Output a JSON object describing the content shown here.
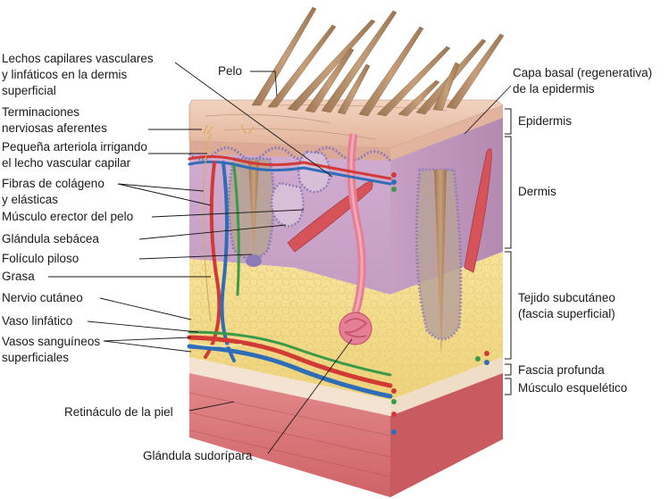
{
  "labels": {
    "pelo": "Pelo",
    "lechos_1": "Lechos capilares vasculares",
    "lechos_2": "y linfáticos en la dermis",
    "lechos_3": "superficial",
    "terminaciones_1": "Terminaciones",
    "terminaciones_2": "nerviosas aferentes",
    "arteriola_1": "Pequeña arteriola irrigando",
    "arteriola_2": "el lecho vascular capilar",
    "fibras_1": "Fibras de colágeno",
    "fibras_2": "y elásticas",
    "musculo_erector": "Músculo erector del pelo",
    "glandula_sebacea": "Glándula sebácea",
    "foliculo": "Folículo piloso",
    "grasa": "Grasa",
    "nervio": "Nervio cutáneo",
    "linfatico": "Vaso linfático",
    "vasos_1": "Vasos sanguíneos",
    "vasos_2": "superficiales",
    "retinaculo": "Retináculo de la piel",
    "sudoripara": "Glándula sudorípara",
    "capa_basal_1": "Capa basal (regenerativa)",
    "capa_basal_2": "de la epidermis",
    "epidermis": "Epidermis",
    "dermis": "Dermis",
    "subcutaneo_1": "Tejido subcutáneo",
    "subcutaneo_2": "(fascia superficial)",
    "fascia_profunda": "Fascia profunda",
    "musculo_esqueletico": "Músculo esquelético"
  },
  "colors": {
    "epidermis": "#e9c3ad",
    "dermis": "#c9a3c6",
    "fat": "#f3dc86",
    "muscle": "#d9777a",
    "artery": "#d23a35",
    "vein": "#2f6db8",
    "lymph": "#3a9a4a",
    "hair": "#b38b66"
  }
}
